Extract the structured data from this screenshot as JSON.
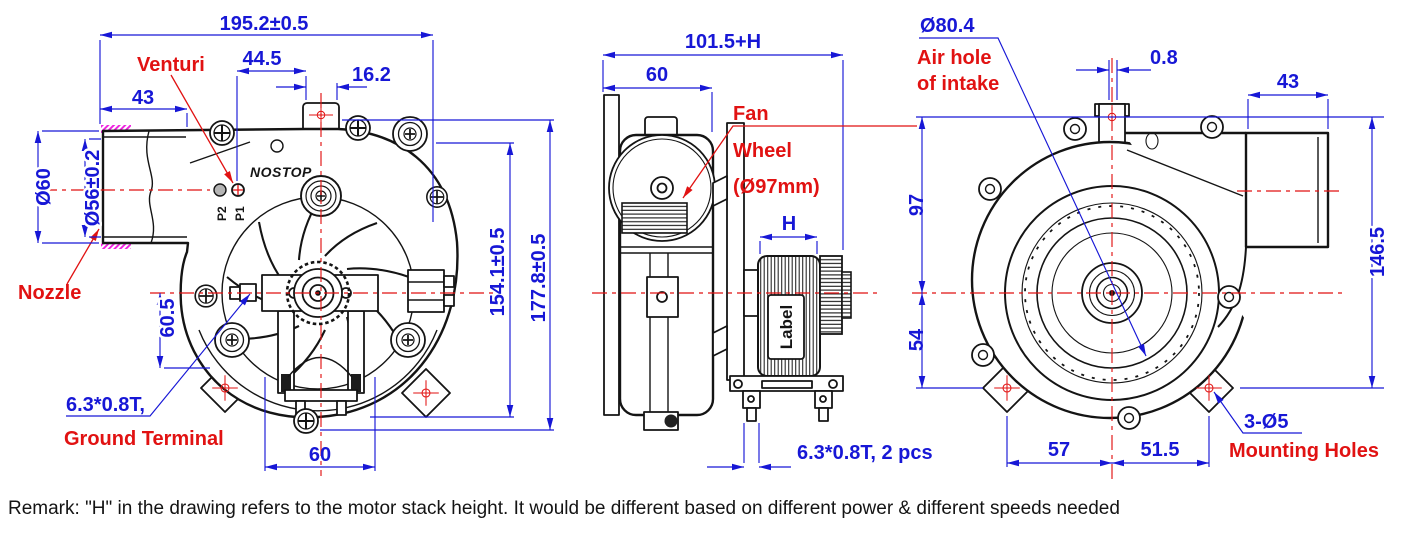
{
  "front": {
    "dims": {
      "overall_width": "195.2±0.5",
      "venturi_offset": "44.5",
      "tab_width": "16.2",
      "nozzle_length": "43",
      "nozzle_od": "Ø60",
      "nozzle_id": "Ø56±0.2",
      "axis_drop": "60.5",
      "mount_width": "60",
      "inner_height": "154.1±0.5",
      "overall_height": "177.8±0.5"
    },
    "labels": {
      "venturi": "Venturi",
      "nozzle": "Nozzle",
      "terminal_size": "6.3*0.8T,",
      "terminal_name": "Ground Terminal",
      "brand": "NOSTOP",
      "port1": "P1",
      "port2": "P2"
    }
  },
  "side": {
    "dims": {
      "overall_depth": "101.5+H",
      "housing_depth": "60",
      "stack_height": "H"
    },
    "labels": {
      "fan_line1": "Fan",
      "fan_line2": "Wheel",
      "fan_line3": "(Ø97mm)",
      "motor_label": "Label",
      "terminal_spec": "6.3*0.8T, 2 pcs"
    }
  },
  "back": {
    "dims": {
      "intake_dia": "Ø80.4",
      "tab_offset": "0.8",
      "outlet_length": "43",
      "upper_height": "97",
      "lower_height": "54",
      "outlet_height": "146.5",
      "hole_left": "57",
      "hole_right": "51.5",
      "holes_spec": "3-Ø5"
    },
    "labels": {
      "air_hole_line1": "Air hole",
      "air_hole_line2": "of intake",
      "mounting_holes": "Mounting Holes"
    }
  },
  "remark": "Remark: \"H\" in the drawing refers to the motor stack height. It would be different based on different power & different speeds needed"
}
